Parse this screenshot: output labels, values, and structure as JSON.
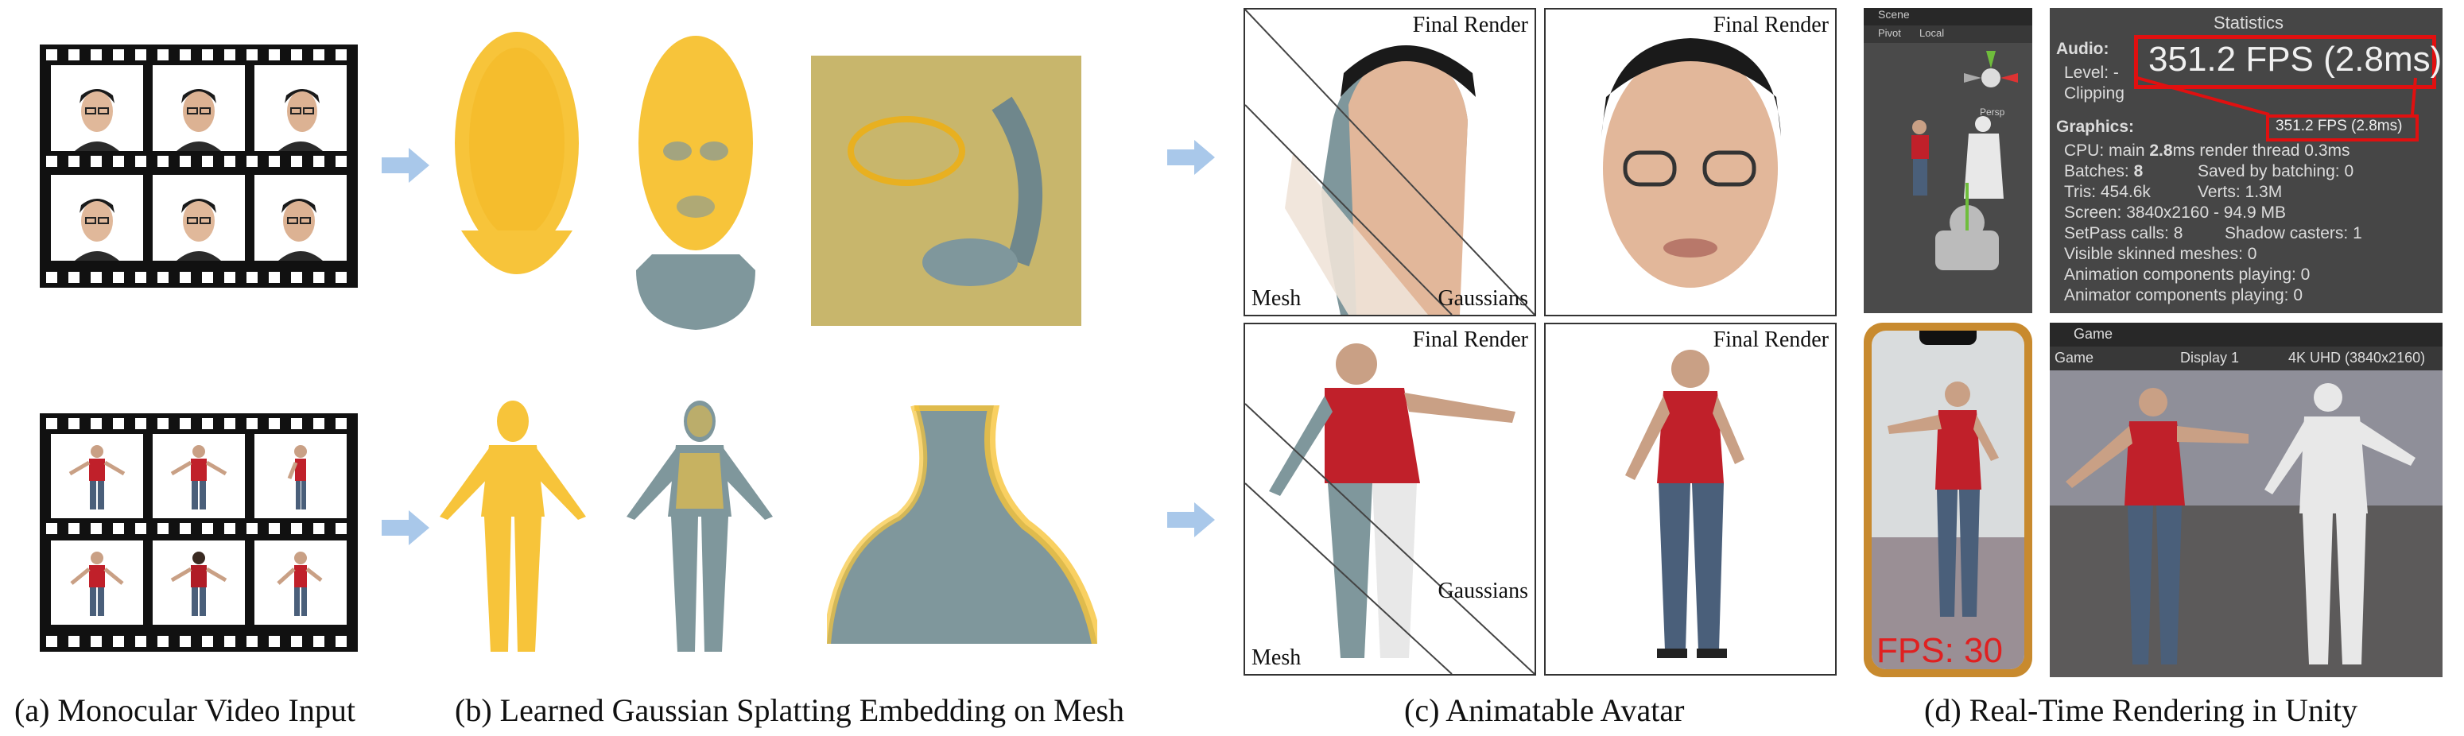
{
  "captions": {
    "a": "(a) Monocular Video Input",
    "b": "(b) Learned Gaussian Splatting Embedding on Mesh",
    "c": "(c) Animatable Avatar",
    "d": "(d) Real-Time Rendering in Unity"
  },
  "panel_labels": {
    "final_render": "Final Render",
    "mesh": "Mesh",
    "gaussians": "Gaussians"
  },
  "unity": {
    "scene_tab": "Scene",
    "pivot": "Pivot",
    "local": "Local",
    "persp": "Persp",
    "stats_title": "Statistics",
    "audio_heading": "Audio:",
    "level_label": "Level: -",
    "clipping_label": "Clipping",
    "fps_big": "351.2 FPS (2.8ms)",
    "graphics_heading": "Graphics:",
    "fps_small": "351.2 FPS (2.8ms)",
    "cpu_line_prefix": "CPU: main ",
    "cpu_main": "2.8",
    "cpu_line_suffix": "ms  render thread 0.3ms",
    "batches_label": "Batches: ",
    "batches_value": "8",
    "saved_batching": "Saved by batching: 0",
    "tris": "Tris: 454.6k",
    "verts": "Verts: 1.3M",
    "screen": "Screen: 3840x2160 - 94.9 MB",
    "setpass": "SetPass calls: 8",
    "shadow_casters": "Shadow casters: 1",
    "skinned": "Visible skinned meshes: 0",
    "anim_components": "Animation components playing: 0",
    "animator_components": "Animator components playing: 0",
    "game_tab": "Game",
    "game_dropdown": "Game",
    "display_dropdown": "Display 1",
    "resolution_dropdown": "4K UHD (3840x2160)",
    "phone_fps": "FPS: 30"
  },
  "colors": {
    "gaussian_yellow": "#f7c43a",
    "mesh_slate": "#7f979c",
    "arrow_blue": "#a9c8ea",
    "unity_dark": "#3c3c3c",
    "highlight_red": "#e01010",
    "shirt_red": "#c0202a",
    "jeans_blue": "#4a5f7a"
  }
}
